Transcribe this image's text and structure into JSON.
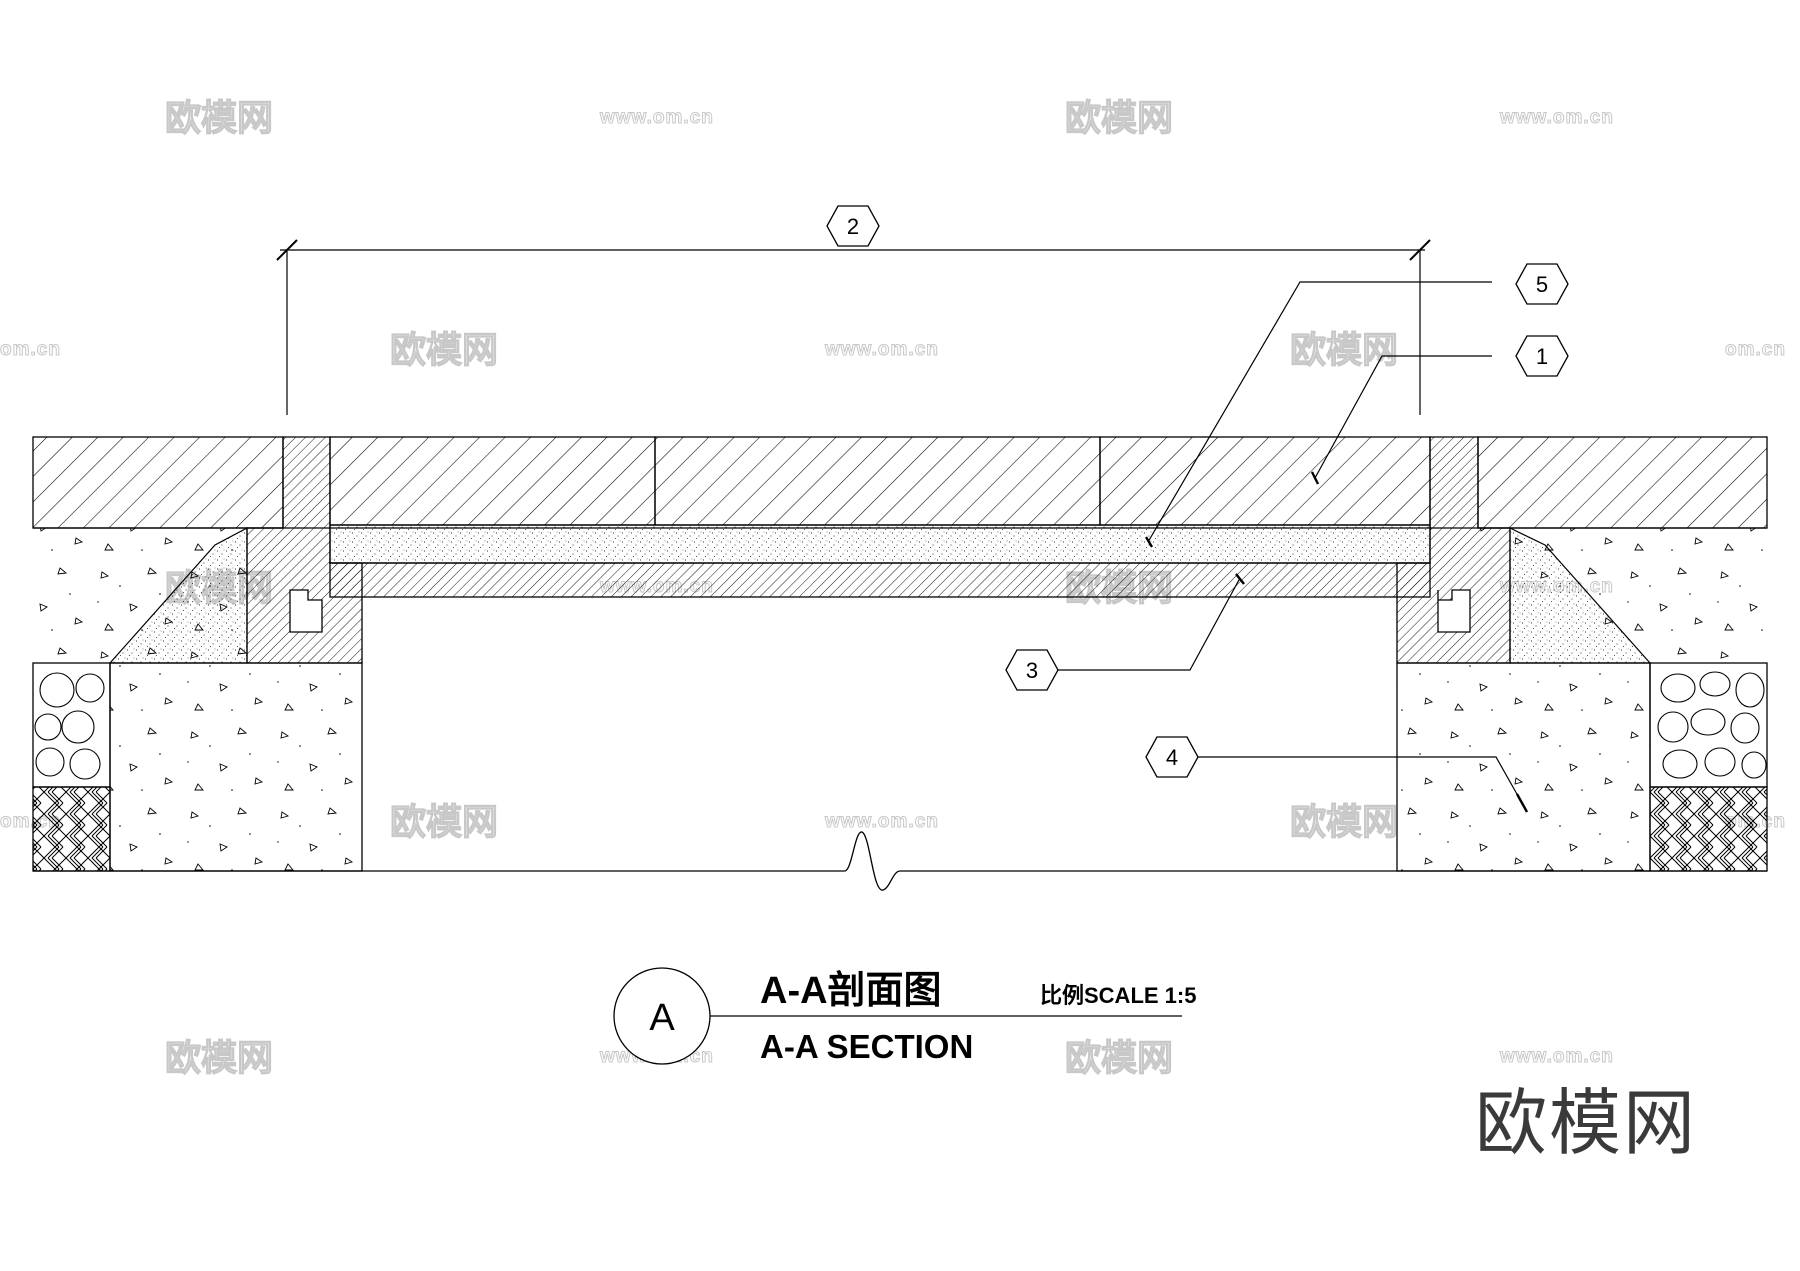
{
  "drawing": {
    "title_cn": "A-A剖面图",
    "title_en": "A-A SECTION",
    "scale_label": "比例SCALE 1:5",
    "section_mark": "A"
  },
  "callouts": [
    {
      "id": "tag-1",
      "label": "1"
    },
    {
      "id": "tag-2",
      "label": "2"
    },
    {
      "id": "tag-3",
      "label": "3"
    },
    {
      "id": "tag-4",
      "label": "4"
    },
    {
      "id": "tag-5",
      "label": "5"
    }
  ],
  "watermarks": {
    "cn": "欧模网",
    "url": "www.om.cn",
    "url_short": "om.cn",
    "brand": "欧模网"
  },
  "colors": {
    "line": "#000000",
    "watermark": "#c8c8c8",
    "brand": "#3a3a3a",
    "background": "#ffffff"
  }
}
